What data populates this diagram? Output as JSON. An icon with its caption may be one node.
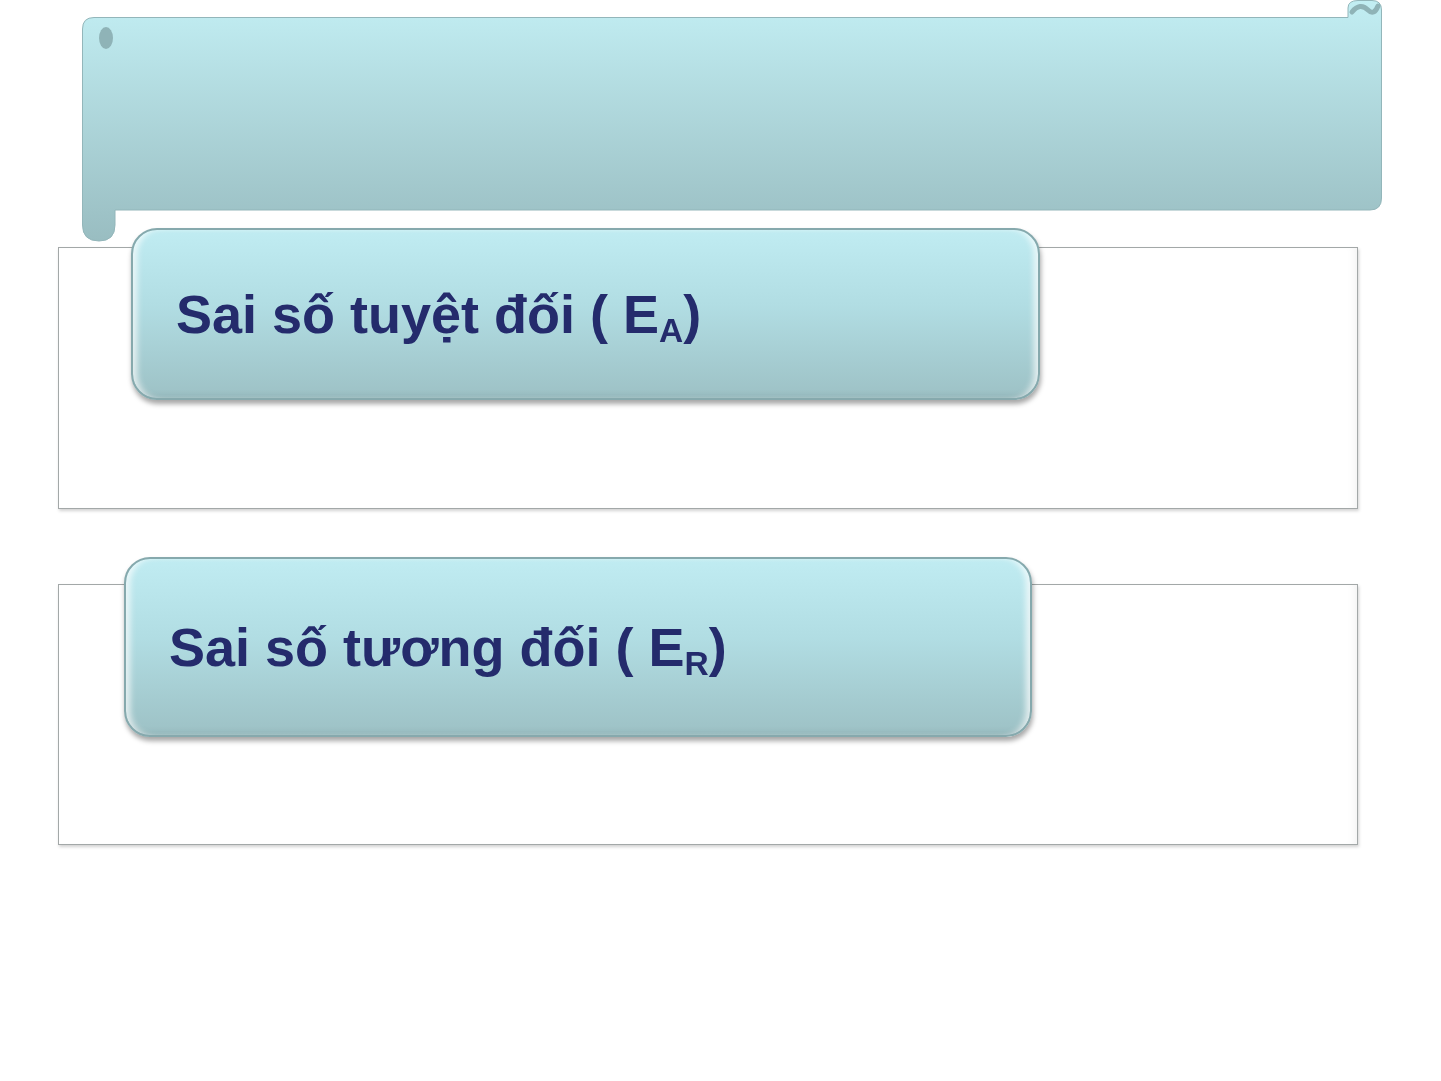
{
  "diagram": {
    "nodes": [
      {
        "text": [],
        "shape": "scroll"
      },
      {
        "text": [],
        "shape": "box"
      },
      {
        "text": [
          "Sai số tuyệt đối ( E$_{A}$)"
        ]
      },
      {
        "text": [],
        "shape": "box"
      },
      {
        "text": [
          "Sai số tương đối ( E$_{R}$)"
        ]
      }
    ],
    "edges": []
  }
}
